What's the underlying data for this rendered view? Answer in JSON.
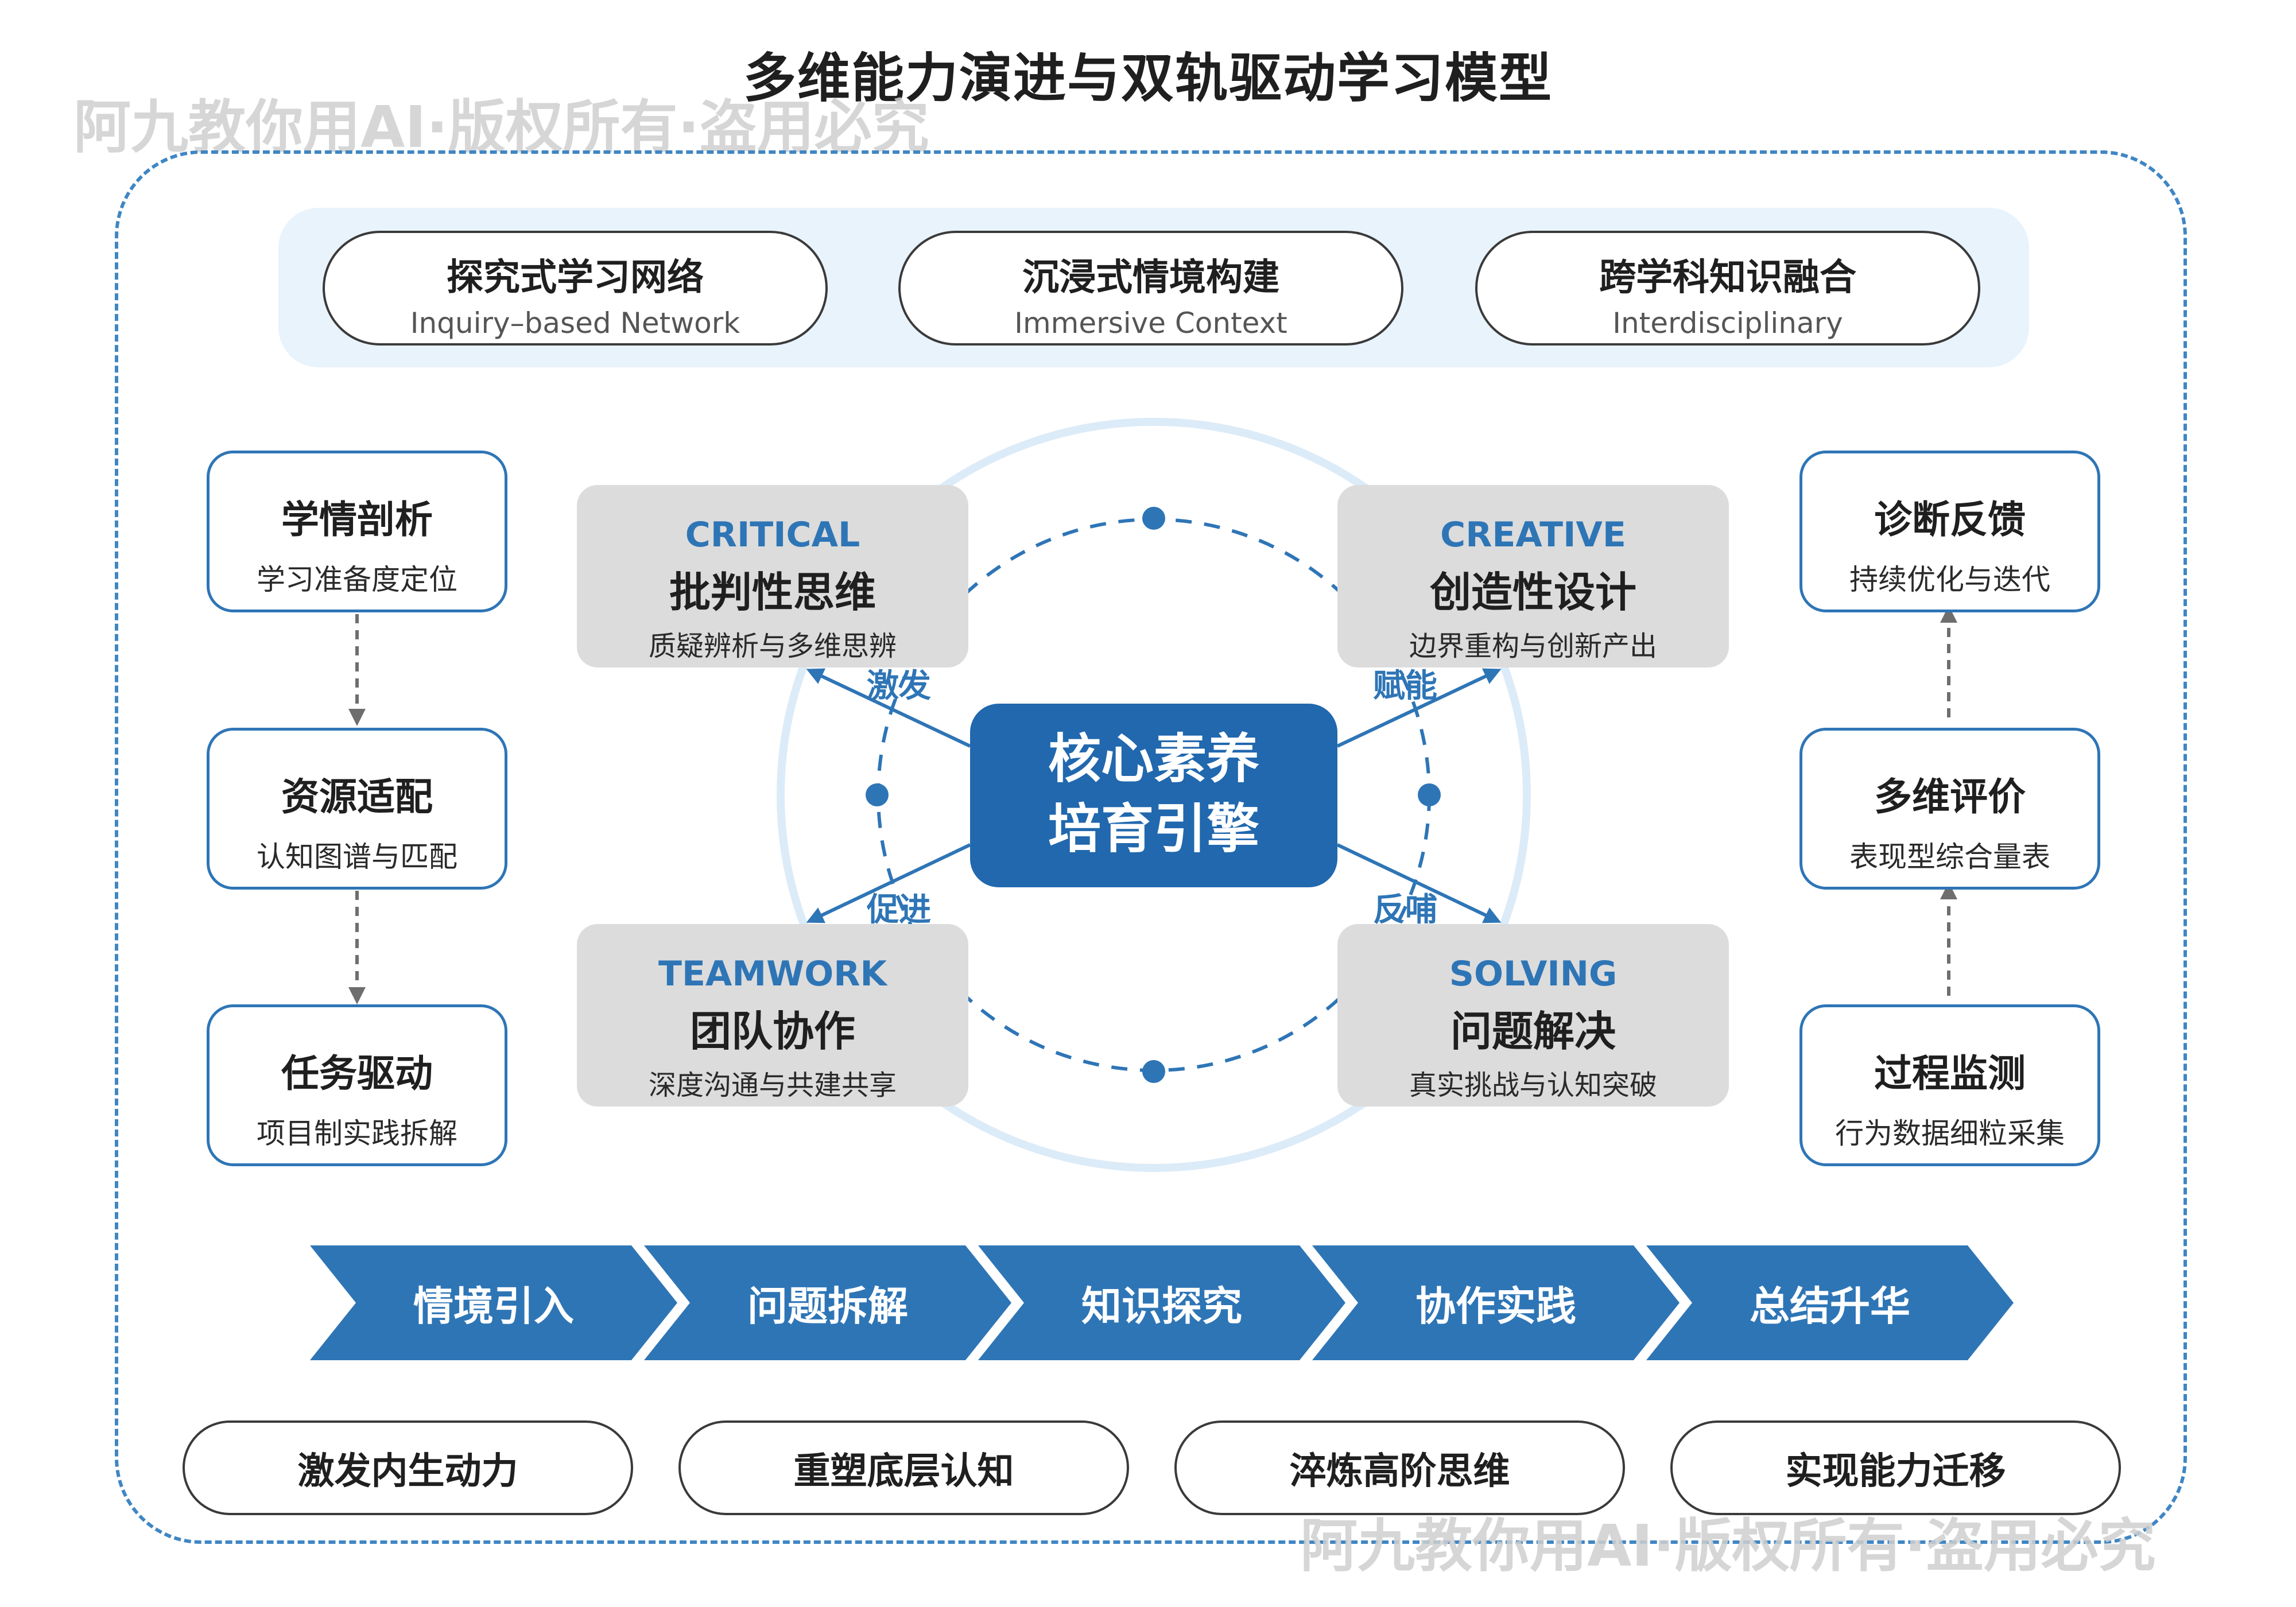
{
  "title": "多维能力演进与双轨驱动学习模型",
  "watermark": "阿九教你用AI·版权所有·盗用必究",
  "top_pills": [
    {
      "cn": "探究式学习网络",
      "en": "Inquiry–based Network"
    },
    {
      "cn": "沉浸式情境构建",
      "en": "Immersive Context"
    },
    {
      "cn": "跨学科知识融合",
      "en": "Interdisciplinary"
    }
  ],
  "left_cards": [
    {
      "title": "学情剖析",
      "sub": "学习准备度定位"
    },
    {
      "title": "资源适配",
      "sub": "认知图谱与匹配"
    },
    {
      "title": "任务驱动",
      "sub": "项目制实践拆解"
    }
  ],
  "right_cards": [
    {
      "title": "诊断反馈",
      "sub": "持续优化与迭代"
    },
    {
      "title": "多维评价",
      "sub": "表现型综合量表"
    },
    {
      "title": "过程监测",
      "sub": "行为数据细粒采集"
    }
  ],
  "quadrants": {
    "critical": {
      "en": "CRITICAL",
      "cn": "批判性思维",
      "sub": "质疑辨析与多维思辨"
    },
    "creative": {
      "en": "CREATIVE",
      "cn": "创造性设计",
      "sub": "边界重构与创新产出"
    },
    "teamwork": {
      "en": "TEAMWORK",
      "cn": "团队协作",
      "sub": "深度沟通与共建共享"
    },
    "solving": {
      "en": "SOLVING",
      "cn": "问题解决",
      "sub": "真实挑战与认知突破"
    }
  },
  "core": {
    "line1": "核心素养",
    "line2": "培育引擎"
  },
  "arrow_labels": {
    "tl": "激发",
    "tr": "赋能",
    "bl": "促进",
    "br": "反哺"
  },
  "process_steps": [
    "情境引入",
    "问题拆解",
    "知识探究",
    "协作实践",
    "总结升华"
  ],
  "outcomes": [
    "激发内生动力",
    "重塑底层认知",
    "淬炼高阶思维",
    "实现能力迁移"
  ],
  "colors": {
    "accent": "#2e75b6",
    "core": "#2168ae",
    "band": "#e8f3fc",
    "quad": "#dcdcdc"
  }
}
